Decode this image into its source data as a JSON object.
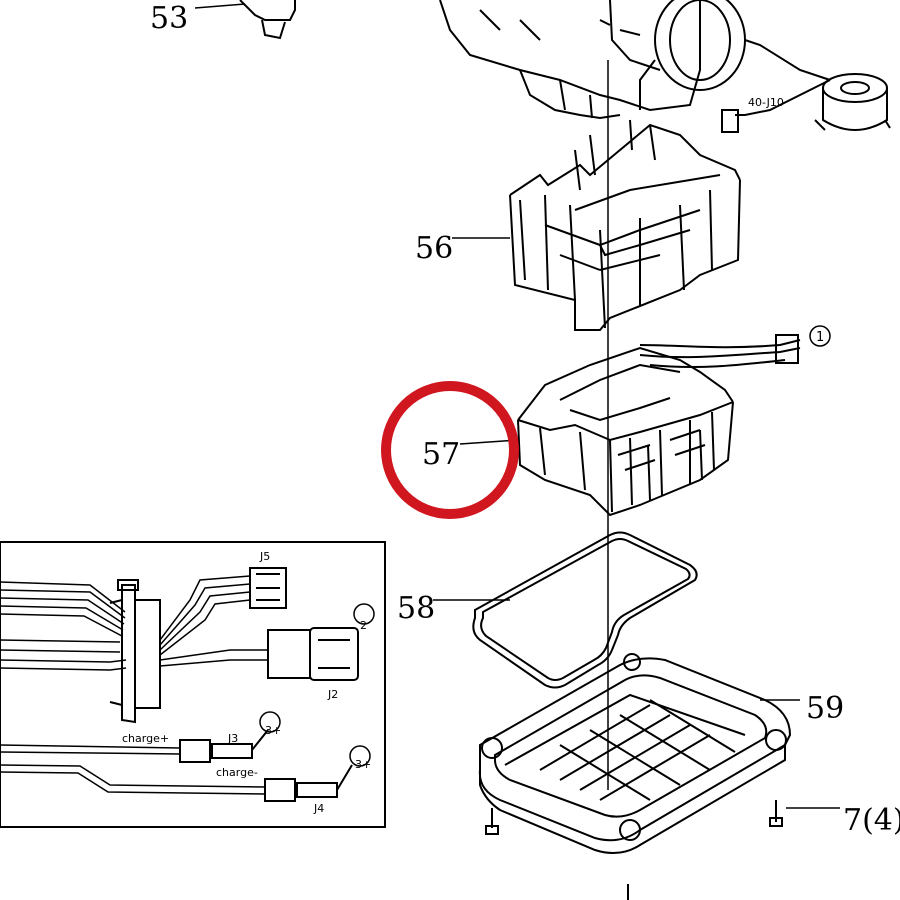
{
  "diagram": {
    "callouts": {
      "c53": "53",
      "c56": "56",
      "c57": "57",
      "c58": "58",
      "c59": "59",
      "c7": "7(4)"
    },
    "connector_labels": {
      "j10": "40-J10",
      "j5": "J5",
      "j2": "J2",
      "j3": "J3",
      "j4": "J4",
      "charge_plus": "charge+",
      "charge_minus": "charge-"
    },
    "circle_refs": {
      "r1": "1",
      "r2": "2",
      "r3": "3+",
      "r4": "3+"
    },
    "highlight_color": "#d0161e",
    "line_color": "#000000"
  }
}
